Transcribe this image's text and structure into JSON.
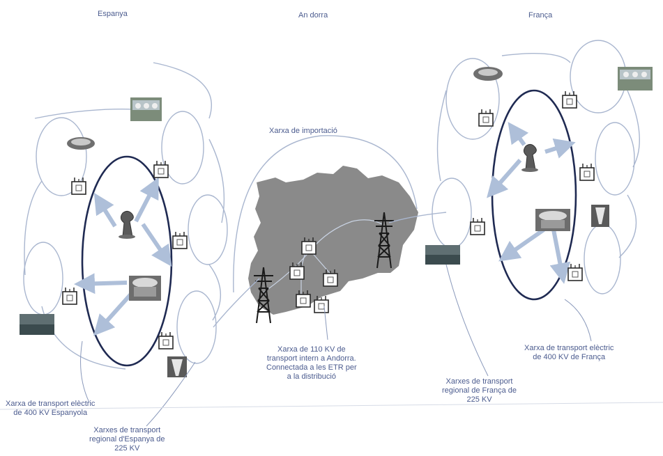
{
  "regions": {
    "spain": "Espanya",
    "andorra": "An dorra",
    "france": "França"
  },
  "labels": {
    "import_network": "Xarxa de importació",
    "andorra_network": [
      "Xarxa de 110 KV de",
      "transport intern a Andorra.",
      "Connectada a les ETR per",
      "a la distribució"
    ],
    "spain_400": [
      "Xarxa de transport elèctric",
      "de 400 KV Espanyola"
    ],
    "spain_225": [
      "Xarxes de transport",
      "regional d'Espanya de",
      "225 KV"
    ],
    "france_225": [
      "Xarxes de transport",
      "regional de França de",
      "225 KV"
    ],
    "france_400": [
      "Xarxa de transport elèctric",
      "de 400 KV de França"
    ]
  },
  "colors": {
    "line": "#a9b6cf",
    "ring": "#1f2a52",
    "andorra_fill": "#8a8a8a",
    "arrow": "#aebfd9",
    "text": "#4b5b8e"
  },
  "icons": [
    "transformer-icon",
    "power-plant-icon",
    "hydro-dam-icon",
    "nuclear-plant-icon",
    "pylon-icon",
    "turbine-icon"
  ]
}
